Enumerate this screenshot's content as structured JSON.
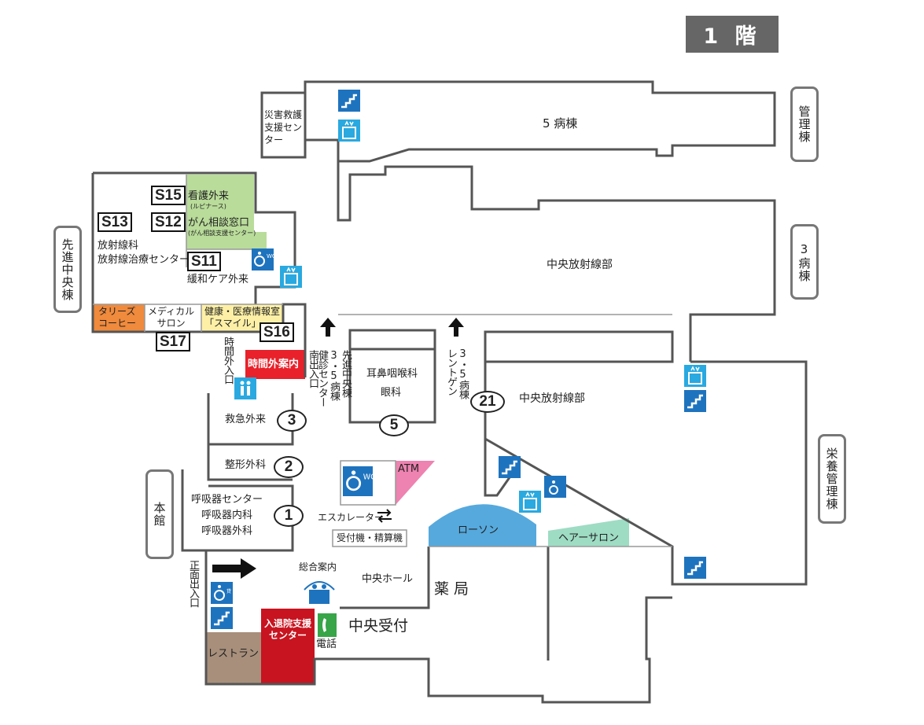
{
  "floor_label": "1 階",
  "buildings": {
    "kanri": "管理棟",
    "sanbyou": "3病棟",
    "eiyo": "栄養管理棟",
    "senshin": "先進中央棟",
    "honkan": "本館"
  },
  "areas": {
    "ward5": "5 病棟",
    "radiology_upper": "中央放射線部",
    "radiology_lower": "中央放射線部",
    "disaster": "災害救護支援センター",
    "radiotherapy": "放射線科\n放射線治療センター",
    "nursing": "看護外来",
    "nursing_sub": "(ルピナース)",
    "cancer": "がん相談窓口",
    "cancer_sub": "(がん相談支援センター)",
    "palliative": "緩和ケア外来",
    "tullys": "タリーズ\nコーヒー",
    "medical_salon": "メディカル\nサロン",
    "health_info": "健康・医療情報室\n「スマイル」",
    "night_entrance": "時間外入口",
    "night_desk": "時間外案内",
    "south_entrance": "南出入口",
    "to_senshin": "先進中央棟\n3・5病棟\n健診センター",
    "to_ward35": "3・5病棟\nレントゲン",
    "ent": "耳鼻咽喉科",
    "eye": "眼科",
    "emergency": "救急外来",
    "orthopedics": "整形外科",
    "respiratory": "呼吸器センター\n呼吸器内科\n呼吸器外科",
    "atm": "ATM",
    "escalator": "エスカレーター",
    "reception_machine": "受付機・精算機",
    "lawson": "ローソン",
    "hair_salon": "ヘアーサロン",
    "front_entrance": "正面出入口",
    "general_info": "総合案内",
    "central_hall": "中央ホール",
    "pharmacy": "薬 局",
    "central_reception": "中央受付",
    "phone": "電話",
    "admission_support": "入退院支援\nセンター",
    "restaurant": "レストラン",
    "rental": "貸出"
  },
  "section_codes": [
    "S15",
    "S13",
    "S12",
    "S11",
    "S16",
    "S17"
  ],
  "room_numbers": [
    "21",
    "5",
    "3",
    "2",
    "1"
  ],
  "colors": {
    "floor_badge": "#666666",
    "icon_blue": "#1e73be",
    "icon_cyan": "#29a9e0",
    "nursing_green": "#b9dc9a",
    "tullys_orange": "#f08a3c",
    "health_yellow": "#fdf0a6",
    "night_red": "#e8212a",
    "atm_pink": "#ee82b0",
    "lawson_blue": "#56a9dd",
    "salon_teal": "#9edcc4",
    "admission_red": "#c81420",
    "restaurant_brown": "#a88f7b",
    "phone_green": "#37a548"
  },
  "icons": [
    "stairs-icon",
    "elevator-icon",
    "accessible-wc-icon",
    "info-desk-icon",
    "phone-icon",
    "wheelchair-rental-icon",
    "arrow-up-icon",
    "arrow-right-icon",
    "escalator-icon"
  ]
}
